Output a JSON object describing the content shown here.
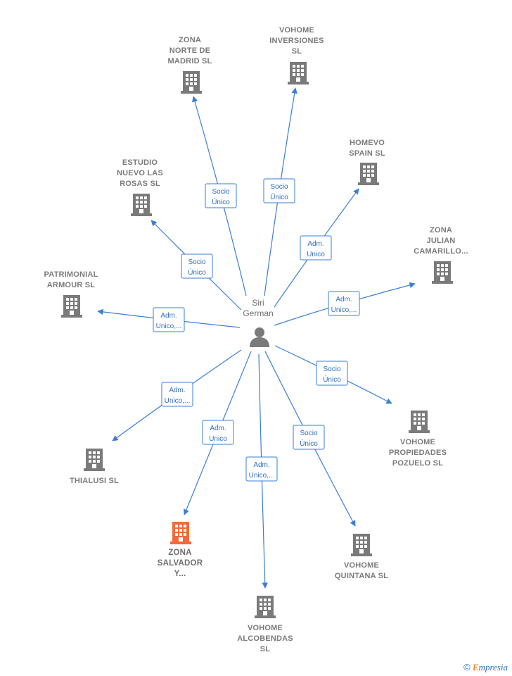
{
  "colors": {
    "edge": "#3a7fd5",
    "building": "#7a7a7a",
    "building_highlight": "#f26a3a",
    "label": "#7a7a7a"
  },
  "center": {
    "name_lines": [
      "Siri",
      "German"
    ],
    "icon": "person-icon"
  },
  "nodes": [
    {
      "id": "zona-norte",
      "lines": [
        "ZONA",
        "NORTE DE",
        "MADRID  SL"
      ],
      "relation": [
        "Socio",
        "Único"
      ],
      "highlight": false
    },
    {
      "id": "vohome-inversiones",
      "lines": [
        "VOHOME",
        "INVERSIONES",
        "SL"
      ],
      "relation": [
        "Socio",
        "Único"
      ],
      "highlight": false
    },
    {
      "id": "homevo-spain",
      "lines": [
        "HOMEVO",
        "SPAIN  SL"
      ],
      "relation": [
        "Adm.",
        "Unico"
      ],
      "highlight": false
    },
    {
      "id": "estudio-nuevo",
      "lines": [
        "ESTUDIO",
        "NUEVO LAS",
        "ROSAS SL"
      ],
      "relation": [
        "Socio",
        "Único"
      ],
      "highlight": false
    },
    {
      "id": "zona-julian",
      "lines": [
        "ZONA",
        "JULIAN",
        "CAMARILLO..."
      ],
      "relation": [
        "Adm.",
        "Unico,..."
      ],
      "highlight": false
    },
    {
      "id": "patrimonial-armour",
      "lines": [
        "PATRIMONIAL",
        "ARMOUR  SL"
      ],
      "relation": [
        "Adm.",
        "Unico,..."
      ],
      "highlight": false
    },
    {
      "id": "vohome-propiedades",
      "lines": [
        "VOHOME",
        "PROPIEDADES",
        "POZUELO  SL"
      ],
      "relation": [
        "Socio",
        "Único"
      ],
      "highlight": false
    },
    {
      "id": "thialusi",
      "lines": [
        "THIALUSI  SL"
      ],
      "relation": [
        "Adm.",
        "Unico,..."
      ],
      "highlight": false
    },
    {
      "id": "zona-salvador",
      "lines": [
        "ZONA",
        "SALVADOR",
        "Y..."
      ],
      "relation": [
        "Adm.",
        "Unico"
      ],
      "highlight": true
    },
    {
      "id": "vohome-quintana",
      "lines": [
        "VOHOME",
        "QUINTANA  SL"
      ],
      "relation": [
        "Socio",
        "Único"
      ],
      "highlight": false
    },
    {
      "id": "vohome-alcobendas",
      "lines": [
        "VOHOME",
        "ALCOBENDAS",
        "SL"
      ],
      "relation": [
        "Adm.",
        "Unico,..."
      ],
      "highlight": false
    }
  ],
  "watermark": {
    "copyright": "©",
    "brand_first": "E",
    "brand_rest": "mpresia"
  }
}
